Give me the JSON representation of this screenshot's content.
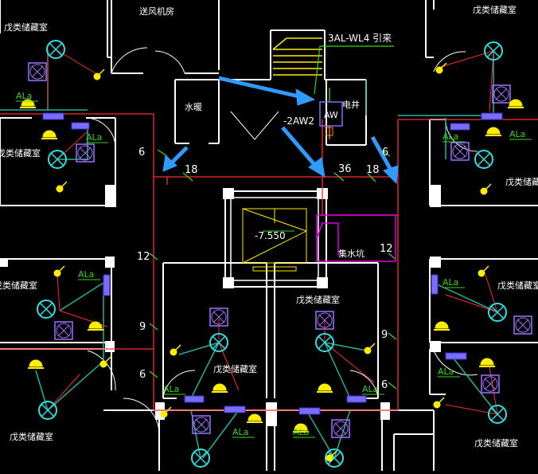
{
  "colors": {
    "background": "#000000",
    "wall": "#ffffff",
    "feeder": "#ff2a2a",
    "cable": "#1fb39a",
    "lamp": "#2de0e0",
    "fan": "#a070ff",
    "yellow": "#ffee00",
    "panel": "#7a6cff",
    "callout": "#2e9bff",
    "tick": "#38d21b",
    "magenta": "#e000e0"
  },
  "labels": {
    "fan_room": "送风机房",
    "water_pump": "水暖",
    "elec_shaft": "电井",
    "sump": "集水坑",
    "level": "-7.550",
    "feeder_note": "3AL-WL4 引来",
    "panel_aw": "AW",
    "panel_2aw2": "-2AW2",
    "storage_room": "戊类储藏室",
    "panel_al": "ALa"
  },
  "conductor_counts": {
    "c6": "6",
    "c18": "18",
    "c36": "36",
    "c12": "12",
    "c9": "9"
  },
  "icons": [
    "ceiling-lamp-icon",
    "exhaust-fan-icon",
    "wall-lamp-icon",
    "switch-icon",
    "socket-icon",
    "distribution-panel-icon"
  ]
}
